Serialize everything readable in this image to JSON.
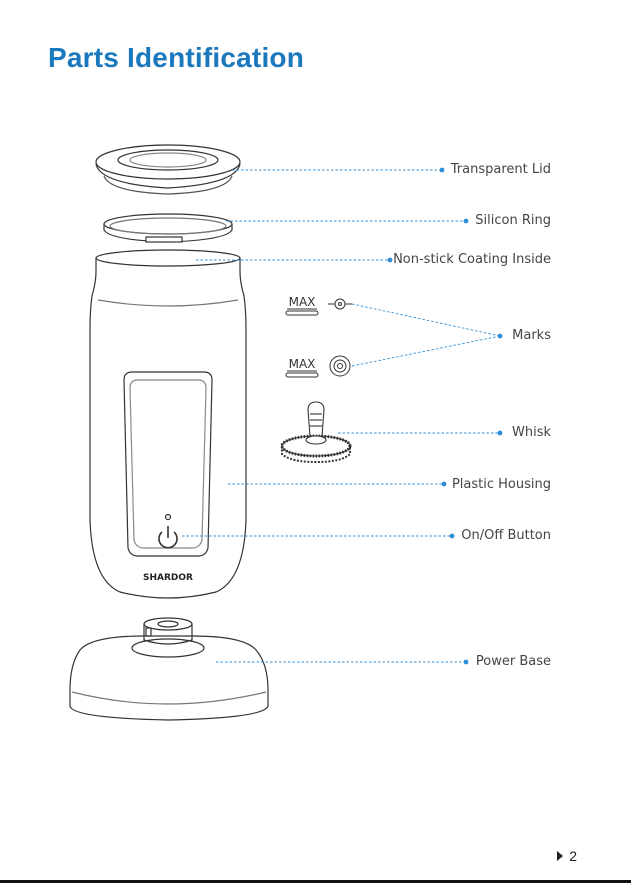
{
  "page": {
    "title": "Parts Identification",
    "page_number": "2",
    "accent_color": "#1a78bd",
    "leader_color": "#2f8fd6"
  },
  "parts": [
    {
      "label": "Transparent Lid"
    },
    {
      "label": "Silicon Ring"
    },
    {
      "label": "Non-stick Coating Inside"
    },
    {
      "label": "Marks"
    },
    {
      "label": "Whisk"
    },
    {
      "label": "Plastic Housing"
    },
    {
      "label": "On/Off Button"
    },
    {
      "label": "Power Base"
    }
  ],
  "product": {
    "brand": "SHARDOR",
    "mark_text_1": "MAX",
    "mark_text_2": "MAX"
  }
}
